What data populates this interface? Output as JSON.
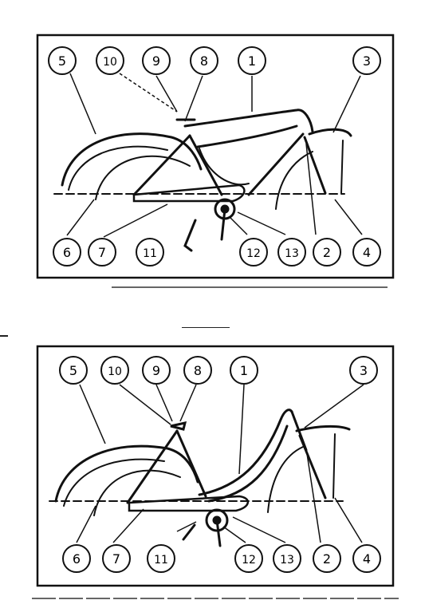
{
  "diagram": {
    "line_color": "#111111",
    "background": "#ffffff",
    "panels": [
      {
        "id": "panel-top",
        "frame_style": "mens",
        "callouts_top": [
          "5",
          "10",
          "9",
          "8",
          "1",
          "3"
        ],
        "callouts_bottom": [
          "6",
          "7",
          "11",
          "12",
          "13",
          "2",
          "4"
        ]
      },
      {
        "id": "panel-bottom",
        "frame_style": "ladies",
        "callouts_top": [
          "5",
          "10",
          "9",
          "8",
          "1",
          "3"
        ],
        "callouts_bottom": [
          "6",
          "7",
          "11",
          "12",
          "13",
          "2",
          "4"
        ]
      }
    ]
  }
}
